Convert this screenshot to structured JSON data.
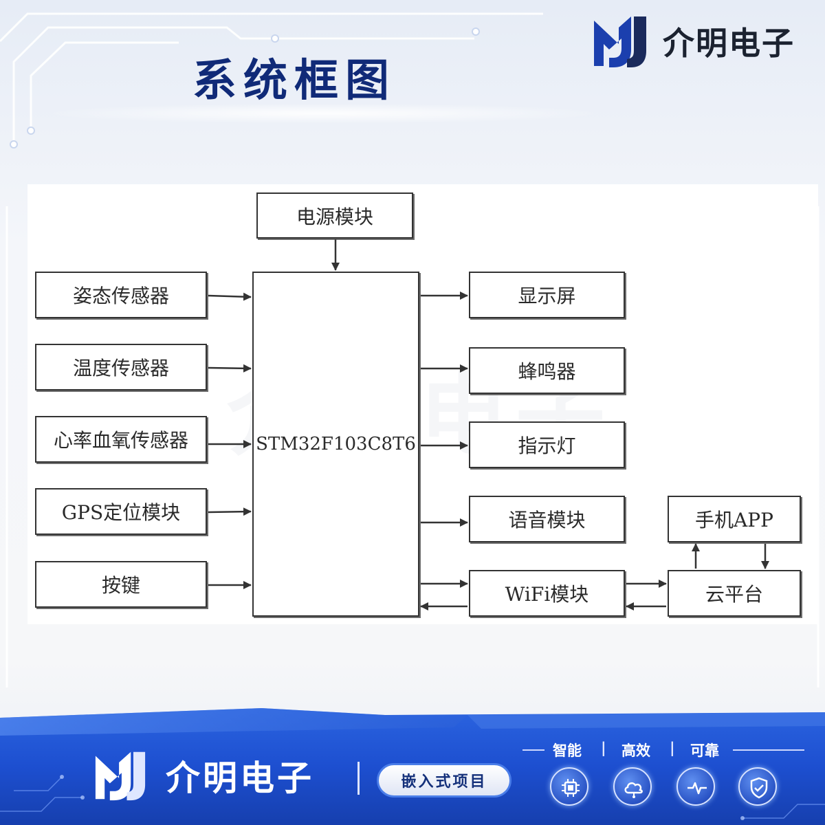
{
  "brand": {
    "name": "介明电子"
  },
  "title": "系统框图",
  "watermark": "介明电子",
  "diagram": {
    "power": "电源模块",
    "mcu": "STM32F103C8T6",
    "inputs": [
      "姿态传感器",
      "温度传感器",
      "心率血氧传感器",
      "GPS定位模块",
      "按键"
    ],
    "outputs": [
      "显示屏",
      "蜂鸣器",
      "指示灯",
      "语音模块",
      "WiFi模块"
    ],
    "cloud": "云平台",
    "app": "手机APP"
  },
  "footer": {
    "brand": "介明电子",
    "badge": "嵌入式项目",
    "tags": [
      "智能",
      "高效",
      "可靠"
    ],
    "icons": [
      "chip-icon",
      "cloud-icon",
      "pulse-icon",
      "shield-check-icon"
    ]
  },
  "colors": {
    "title": "#102a78",
    "footer_blue": "#1d4fd0",
    "logo_blue": "#1b3fae"
  }
}
